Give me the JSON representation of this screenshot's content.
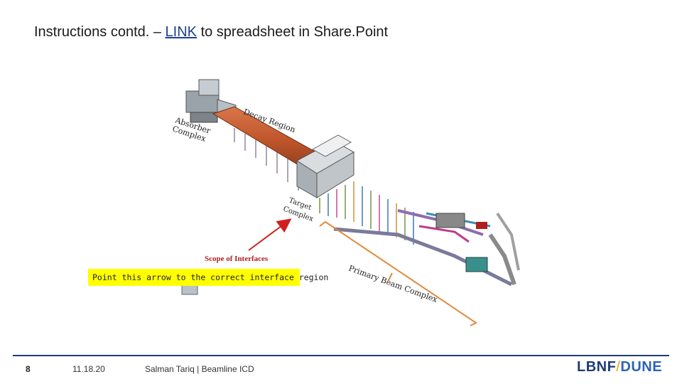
{
  "slide": {
    "title_prefix": "Instructions contd. – ",
    "title_link": "LINK",
    "title_suffix": " to spreadsheet in Share.Point"
  },
  "diagram": {
    "labels": {
      "decay_region": "Decay Region",
      "absorber_line1": "Absorber",
      "absorber_line2": "Complex",
      "target_line1": "Target",
      "target_line2": "Complex",
      "primary_beam": "Primary Beam Complex",
      "scope": "Scope of Interfaces"
    },
    "colors": {
      "decay_pipe": "#c0562b",
      "arrow": "#d11f1f",
      "bracket": "#e08a3c",
      "note_bg": "#ffff00"
    }
  },
  "note": {
    "text": "Point this arrow to the correct interface region"
  },
  "footer": {
    "page_number": "8",
    "date": "11.18.20",
    "author": "Salman Tariq | Beamline ICD",
    "logo_lbnf": "LBNF",
    "logo_slash": "/",
    "logo_dune": "DUNE"
  }
}
